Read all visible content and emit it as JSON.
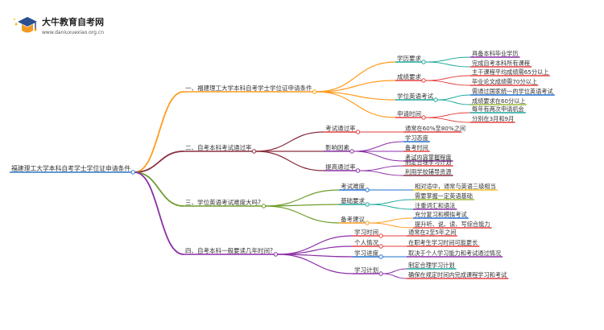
{
  "header": {
    "brand": "大牛教育自考网",
    "url": "www.daniuxuexiao.org.cn"
  },
  "root": {
    "label": "福建理工大学本科自考学士学位证申请条件"
  },
  "colors": {
    "root": "#2f79c8",
    "b1": "#ff9b1e",
    "b2": "#8a2e3e",
    "b3": "#6f9e2b",
    "b4": "#8b2fa6",
    "teal": "#1aa79b",
    "red": "#e53e3e",
    "blue": "#1f6fd1",
    "orange": "#ff9b1e",
    "purple": "#8b2fa6",
    "yellow": "#f2c21b",
    "olive": "#9bbb3a",
    "maroon": "#8a2e3e"
  },
  "branches": [
    {
      "label": "一、福建理工大学本科自考学士学位证申请条件",
      "children": [
        {
          "label": "学历要求",
          "leaves": [
            "具备本科毕业学历",
            "完成自考本科所有课程"
          ]
        },
        {
          "label": "成绩要求",
          "leaves": [
            "主干课程平均成绩需65分以上",
            "毕业论文成绩需70分以上"
          ]
        },
        {
          "label": "学位英语考试",
          "leaves": [
            "需通过国家统一的学位英语考试",
            "成绩要求在60分以上"
          ]
        },
        {
          "label": "申请时间",
          "leaves": [
            "每年有两次申请机会",
            "分别在3月和9月"
          ]
        }
      ]
    },
    {
      "label": "二、自考本科考试通过率",
      "children": [
        {
          "label": "考试通过率",
          "leaves": [
            "通常在60%至80%之间"
          ]
        },
        {
          "label": "影响因素",
          "leaves": [
            "学习态度",
            "备考时间",
            "考试内容掌握程度"
          ]
        },
        {
          "label": "提高通过率",
          "leaves": [
            "制定合理学习计划",
            "利用学校辅导资源"
          ]
        }
      ]
    },
    {
      "label": "三、学位英语考试难度大吗?",
      "children": [
        {
          "label": "考试难度",
          "leaves": [
            "相对适中，通常与英语三级相当"
          ]
        },
        {
          "label": "基础要求",
          "leaves": [
            "需要掌握一定英语基础",
            "注重词汇和语法"
          ]
        },
        {
          "label": "备考建议",
          "leaves": [
            "充分复习和模拟考试",
            "提升听、说、读、写综合能力"
          ]
        }
      ]
    },
    {
      "label": "四、自考本科一般要读几年时间?",
      "children": [
        {
          "label": "学习时间",
          "leaves": [
            "通常在2至5年之间"
          ]
        },
        {
          "label": "个人情况",
          "leaves": [
            "在职考生学习时间可能更长"
          ]
        },
        {
          "label": "学习进度",
          "leaves": [
            "取决于个人学习能力和考试通过情况"
          ]
        },
        {
          "label": "学习计划",
          "leaves": [
            "制定合理学习计划",
            "确保在规定时间内完成课程学习和考试"
          ]
        }
      ]
    }
  ]
}
